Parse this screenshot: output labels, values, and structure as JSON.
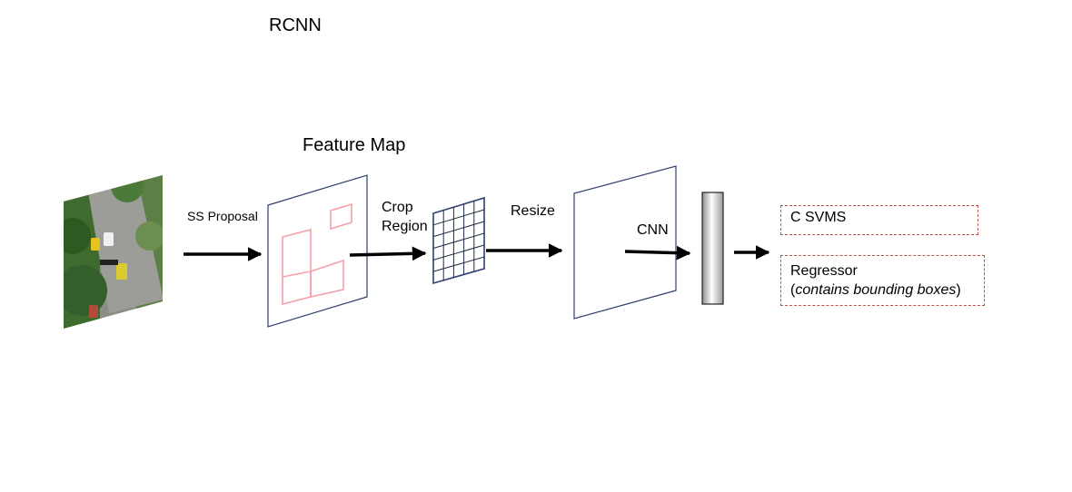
{
  "title": "RCNN",
  "feature_map_label": "Feature Map",
  "ss_proposal_label": "SS Proposal",
  "crop_region_label": "Crop\nRegion",
  "resize_label": "Resize",
  "cnn_label": "CNN",
  "outputs": {
    "svms_label": "C SVMS",
    "regressor_label": "Regressor",
    "regressor_note_prefix": "(",
    "regressor_note": "contains bounding boxes",
    "regressor_note_suffix": ")"
  },
  "colors": {
    "frame": "#2f3f6f",
    "proposal": "#f4a0a8",
    "dashed_box": "#c0504d",
    "arrow": "#000000"
  }
}
